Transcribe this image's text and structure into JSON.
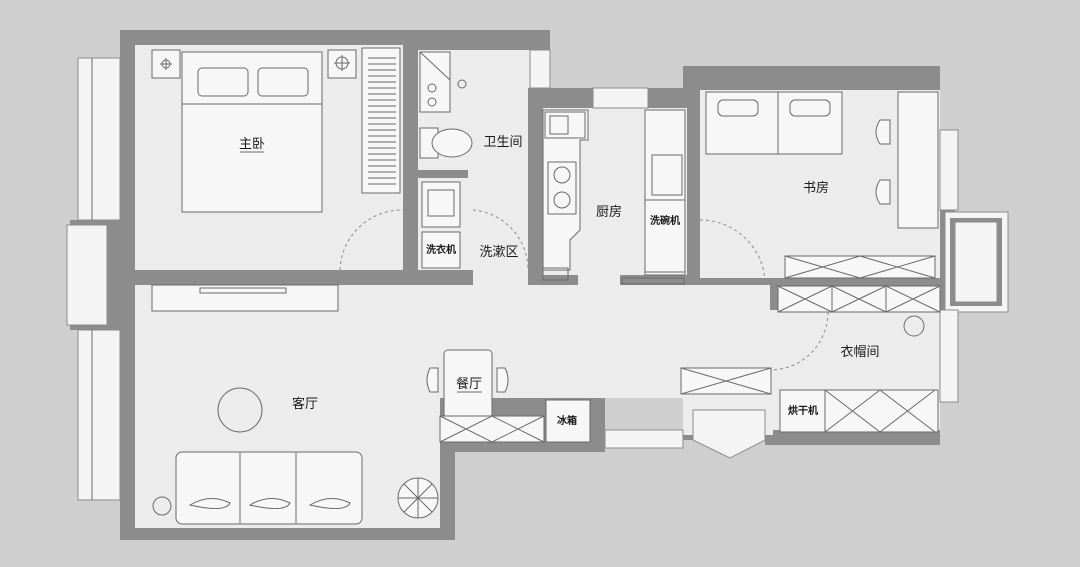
{
  "rooms": {
    "master_bedroom": "主卧",
    "bathroom": "卫生间",
    "kitchen": "厨房",
    "study": "书房",
    "washing_area": "洗漱区",
    "living_room": "客厅",
    "dining_room": "餐厅",
    "cloakroom": "衣帽间"
  },
  "appliances": {
    "washing_machine": "洗衣机",
    "dishwasher": "洗碗机",
    "fridge": "冰箱",
    "dryer": "烘干机"
  },
  "colors": {
    "wall": "#8c8c8c",
    "floor": "#ececec",
    "background": "#cfcfcf",
    "line": "#6a6a6a"
  }
}
